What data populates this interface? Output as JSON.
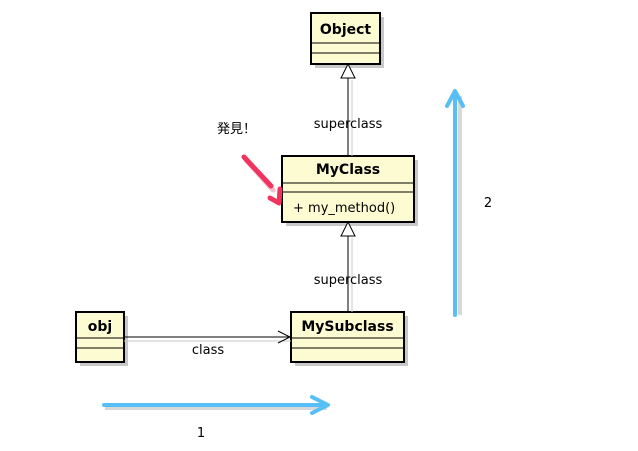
{
  "classes": {
    "object": {
      "name": "Object",
      "members": []
    },
    "myclass": {
      "name": "MyClass",
      "members": [
        "+ my_method()"
      ]
    },
    "mysubclass": {
      "name": "MySubclass",
      "members": []
    },
    "obj": {
      "name": "obj",
      "members": []
    }
  },
  "relations": {
    "myclass_super_label": "superclass",
    "mysubclass_super_label": "superclass",
    "obj_class_label": "class"
  },
  "annotations": {
    "found_note": "発見！",
    "step1_label": "1",
    "step2_label": "2"
  },
  "colors": {
    "class_fill": "#fdfbd2",
    "class_stroke": "#000000",
    "shadow": "#c8c8c8",
    "step_arrow": "#57bff5",
    "pointer_arrow": "#f0335f"
  },
  "icons": {
    "pointer": "pink-arrow-icon",
    "step_arrows": "blue-arrow-icon"
  }
}
